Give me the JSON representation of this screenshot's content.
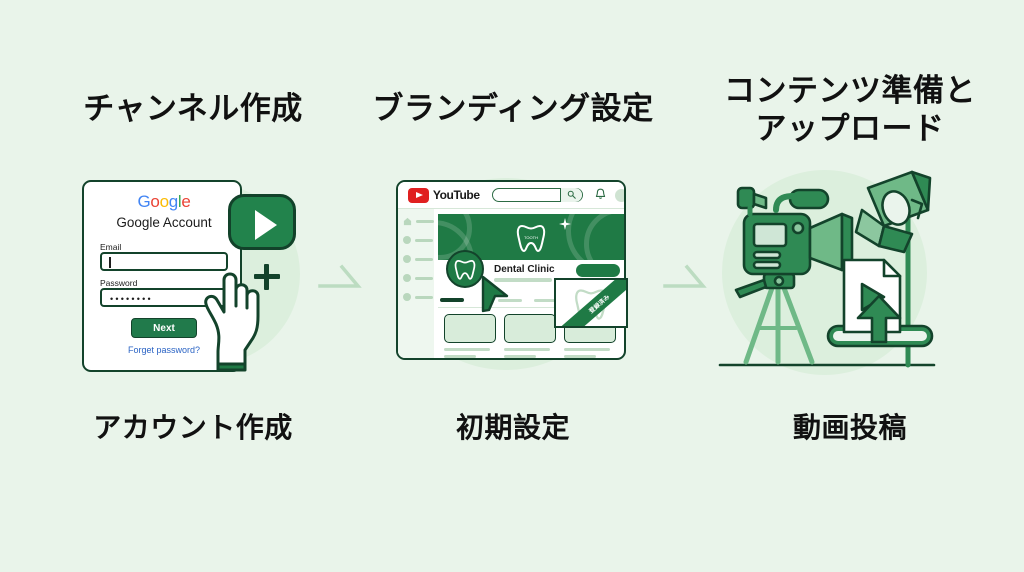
{
  "page": {
    "background_color": "#e9f4ea",
    "accent_green": "#1f7a45",
    "dark_green": "#13432b"
  },
  "steps": [
    {
      "heading": "チャンネル作成",
      "caption": "アカウント作成",
      "illustration": "google-account-signup"
    },
    {
      "heading": "ブランディング設定",
      "caption": "初期設定",
      "illustration": "youtube-channel-branding"
    },
    {
      "heading": "コンテンツ準備と\nアップロード",
      "caption": "動画投稿",
      "illustration": "video-camera-upload"
    }
  ],
  "arrows": {
    "first": "arrow-right",
    "second": "arrow-right"
  },
  "google_card": {
    "logo_letters": [
      "G",
      "o",
      "o",
      "g",
      "l",
      "e"
    ],
    "title": "Google Account",
    "email_label": "Email",
    "email_value": "",
    "password_label": "Password",
    "password_value": "••••••••",
    "next_button": "Next",
    "forgot_link": "Forget password?",
    "plus_symbol": "+"
  },
  "youtube_card": {
    "logo_text": "YouTube",
    "search_placeholder": "",
    "channel_name": "Dental Clinic",
    "subscribe_button_label": "",
    "sidebar_item_count": 5,
    "thumbnail_count": 3,
    "notification_ribbon": "登録済み"
  }
}
